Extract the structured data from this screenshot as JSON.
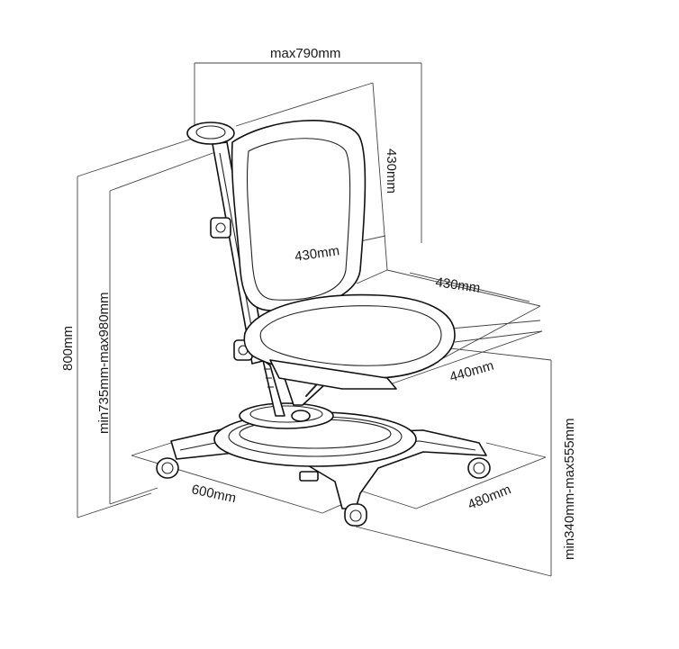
{
  "dimensions": {
    "top_width": "max790mm",
    "back_height": "430mm",
    "back_width": "430mm",
    "seat_width": "430mm",
    "seat_depth": "440mm",
    "total_height": "800mm",
    "back_top_height": "min735mm-max980mm",
    "base_depth": "600mm",
    "base_width": "480mm",
    "seat_height": "min340mm-max555mm"
  }
}
